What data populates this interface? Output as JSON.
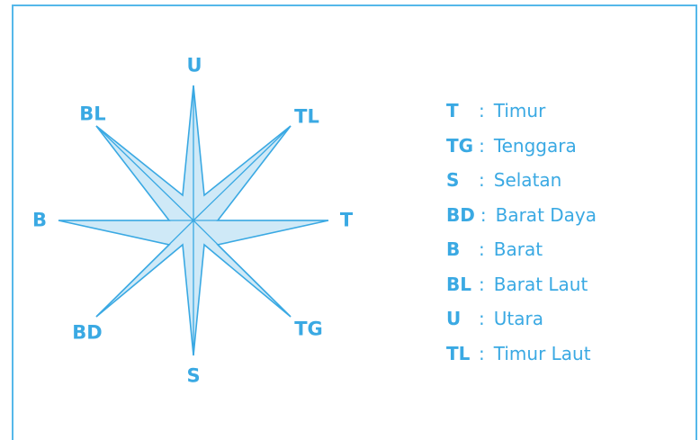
{
  "diagram": {
    "colors": {
      "frame": "#55b8ea",
      "star_fill": "#cfe9f7",
      "star_stroke": "#3aa9e3",
      "text": "#3aa9e3"
    },
    "directions": {
      "north": "U",
      "northeast": "TL",
      "east": "T",
      "southeast": "TG",
      "south": "S",
      "southwest": "BD",
      "west": "B",
      "northwest": "BL"
    },
    "legend": [
      {
        "abbr": "T",
        "sep": ":",
        "name": "Timur"
      },
      {
        "abbr": "TG",
        "sep": ":",
        "name": "Tenggara"
      },
      {
        "abbr": "S",
        "sep": ":",
        "name": "Selatan"
      },
      {
        "abbr": "BD",
        "sep": ":",
        "name": "Barat Daya"
      },
      {
        "abbr": "B",
        "sep": ":",
        "name": "Barat"
      },
      {
        "abbr": "BL",
        "sep": ":",
        "name": "Barat Laut"
      },
      {
        "abbr": "U",
        "sep": ":",
        "name": "Utara"
      },
      {
        "abbr": "TL",
        "sep": ":",
        "name": "Timur Laut"
      }
    ]
  }
}
